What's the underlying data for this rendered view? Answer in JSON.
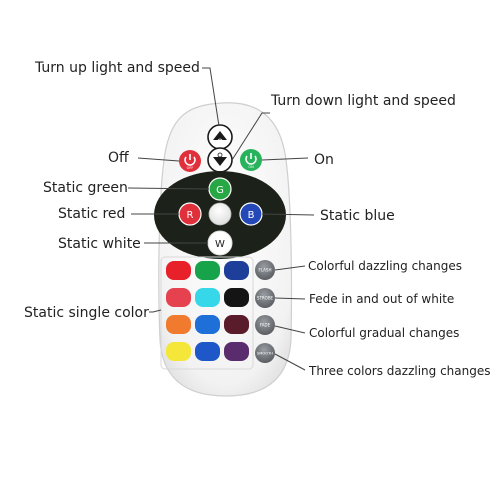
{
  "labels": {
    "turn_up": "Turn up light and speed",
    "turn_down": "Turn down light and speed",
    "off": "Off",
    "on": "On",
    "static_green": "Static green",
    "static_red": "Static red",
    "static_blue": "Static blue",
    "static_white": "Static white",
    "static_single_color": "Static single color",
    "flash_desc": "Colorful dazzling changes",
    "strobe_desc": "Fede in and out of white",
    "fade_desc": "Colorful gradual changes",
    "smooth_desc": "Three colors dazzling changes"
  },
  "remote": {
    "btn_g": "G",
    "btn_r": "R",
    "btn_b": "B",
    "btn_w": "W",
    "off_caption": "OFF",
    "on_caption": "ON",
    "mode_flash": "FLASH",
    "mode_strobe": "STROBE",
    "mode_fade": "FADE",
    "mode_smooth": "SMOOTH",
    "color_grid": [
      [
        "#e8202a",
        "#16a34a",
        "#1d3f9a"
      ],
      [
        "#e6414f",
        "#36d7e8",
        "#141414"
      ],
      [
        "#f07a2e",
        "#1e6fd8",
        "#5a1b2a"
      ],
      [
        "#f5e63a",
        "#1e58c8",
        "#5a2c6e"
      ]
    ]
  },
  "colors": {
    "remote_body": "#f4f4f4",
    "center_dark": "#1c2219",
    "off_red": "#e0303c",
    "on_green": "#27b35b",
    "mode_btn": "#6f7378",
    "line": "#444444"
  }
}
